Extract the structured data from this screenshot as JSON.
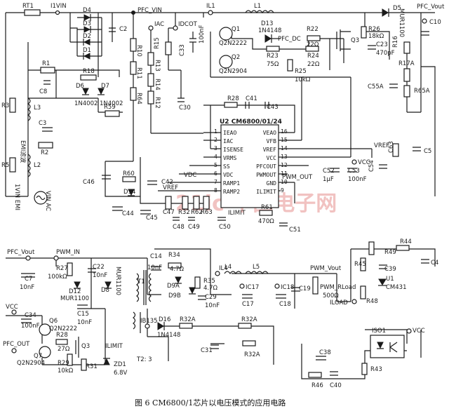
{
  "caption": "图 6   CM6800/1芯片以电压模式的应用电路",
  "watermark": "21ic 中国电子网",
  "ic": {
    "name": "U2  CM6800/01/24",
    "left_pins": [
      "IEAO",
      "IAC",
      "ISENSE",
      "VRMS",
      "SS",
      "VDC",
      "RAMP1",
      "RAMP2"
    ],
    "left_nums": [
      "1",
      "2",
      "3",
      "4",
      "5",
      "6",
      "7",
      "8"
    ],
    "right_pins": [
      "VEAO",
      "VFB",
      "VREF",
      "VCC",
      "PFCOUT",
      "PWMOUT",
      "GND",
      "ILIMIT"
    ],
    "right_nums": [
      "16",
      "15",
      "14",
      "13",
      "12",
      "11",
      "10",
      "9"
    ]
  },
  "nets": {
    "pfc_vin": "PFC_VIN",
    "pfc_vout": "PFC_Vout",
    "pfc_vout2": "PFC_Vout",
    "iac": "IAC",
    "idcot": "IDCOT",
    "il1": "IL1",
    "i1vin": "I1VIN",
    "vcc_a": "VCC",
    "vcc_b": "VCC",
    "vcc_c": "VCC",
    "vref": "VREF",
    "vdc": "VDC",
    "vref_b": "VREF",
    "pwm_out": "PWM_OUT",
    "pwm_in": "PWM_IN",
    "pfc_dc": "PFC_DC",
    "pfc_out": "PFC_OUT",
    "ilimit": "ILIMIT",
    "ilimit2": "ILIMIT",
    "pwm_vout": "PWM_Vout",
    "il4": "IL4",
    "ib135": "IB135",
    "iload": "ILOAD",
    "t2": "T2: 3",
    "t1": "T1",
    "emi_top": "EMI滤波",
    "emi_bot": "1VIN EMI",
    "vin_ac": "VIN AC"
  },
  "components": {
    "rt1": "RT1",
    "d4": "D4",
    "d3": "D3",
    "d2": "D2",
    "d1": "D1",
    "c2": "C2",
    "r1": "R1",
    "c8": "C8",
    "r3": "R3",
    "l3": "L3",
    "c3": "C3",
    "r2": "R2",
    "r5": "R5",
    "l2": "L2",
    "r18": "R18",
    "d6": "D6",
    "d7": "D7",
    "n1": "1N4002",
    "n2": "1N4002",
    "r59": "R59",
    "r10": "R10",
    "r11": "R11",
    "r64": "R64",
    "r15": "R15",
    "r13": "R13",
    "r14": "R14",
    "r12": "R12",
    "c30": "C30",
    "l1": "L1",
    "q1": "Q1",
    "q1p": "Q2N2222",
    "q2": "Q2",
    "q2p": "Q2N2904",
    "c33": "C33",
    "c33v": "100nF",
    "d13": "D13",
    "d13p": "1N4148",
    "r22": "R22",
    "r22v": "22Ω",
    "r23": "R23",
    "r23v": "75Ω",
    "r24": "R24",
    "r24v": "22Ω",
    "r25": "R25",
    "r25v": "10kΩ",
    "q3": "Q3",
    "d5": "D5",
    "r26": "R26",
    "r26v": "18kΩ",
    "c23": "C23",
    "c23v": "470pF",
    "c10": "C10",
    "r16": "R16",
    "r17a": "R17A",
    "c55a": "C55A",
    "r65a": "R65A",
    "mur": "MUR1100",
    "r28": "R28",
    "c41": "C41",
    "c43": "C43",
    "c46": "C46",
    "r60": "R60",
    "d14": "D14",
    "c44": "C44",
    "c45": "C45",
    "c42": "C42",
    "c47": "C47",
    "r32": "R32",
    "c48": "C48",
    "r62": "R62",
    "c49": "C49",
    "r63": "R63",
    "c50": "C50",
    "r61": "R61",
    "r61v": "470Ω",
    "c51": "C51",
    "c52": "C52",
    "c52v": "1μF",
    "c53": "C53",
    "c53v": "100nF",
    "c54": "C54",
    "c63": "C63",
    "c5": "C5",
    "c7": "C7",
    "c7v": "10nF",
    "r27": "R27",
    "r27v": "100kΩ",
    "c22": "C22",
    "c22v": "10nF",
    "d12": "D12",
    "d12p": "MUR1100",
    "d8": "D8",
    "d8p": "MUR1100",
    "c14": "C14",
    "c14v": "10nF",
    "r34": "R34",
    "r34v": "4.7Ω",
    "d9a": "D9A",
    "d9b": "D9B",
    "r35": "R35",
    "r35v": "4.7Ω",
    "c29": "C29",
    "c29v": "10nF",
    "l4": "L4",
    "l5": "L5",
    "c17": "C17",
    "c18": "C18",
    "c19": "C19",
    "r_load": "PWM_RLoad",
    "r_loadv": "500Ω",
    "c34": "C34",
    "c34v": "100nF",
    "q6": "Q6",
    "q6p": "Q2N2222",
    "q7": "Q7",
    "q7p": "Q2N2904",
    "r28b": "R28",
    "r28bv": "27Ω",
    "r29": "R29",
    "r29v": "10kΩ",
    "r31": "R31",
    "zd1": "ZD1",
    "zd1v": "6.8V",
    "c15": "C15",
    "c15v": "10nF",
    "d16": "D16",
    "d16p": "1N4148",
    "r32a": "R32A",
    "r32a2": "R32A",
    "r32a3": "R32A",
    "c31": "C31",
    "r49": "R49",
    "r44": "R44",
    "r45": "R45",
    "c39": "C39",
    "u1": "U1",
    "u1p": "CM431",
    "r48": "R48",
    "c4": "C4",
    "iso1": "ISO1",
    "c38": "C38",
    "r46": "R46",
    "c40": "C40",
    "r43": "R43",
    "ic17": "IC17",
    "ic18": "IC18"
  }
}
